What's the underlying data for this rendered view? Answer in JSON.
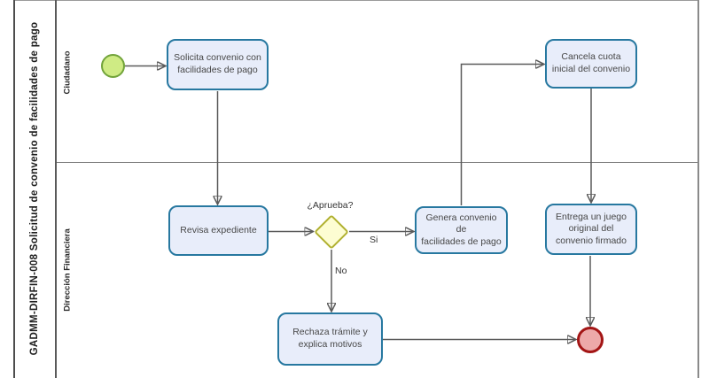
{
  "pool": {
    "title": "GADMM-DIRFIN-008 Solicitud de convenio de facilidades de pago",
    "lanes": [
      {
        "label": "Ciudadano"
      },
      {
        "label": "Dirección Financiera"
      }
    ]
  },
  "nodes": {
    "start_event": {
      "type": "start-event"
    },
    "solicita": {
      "label": "Solicita convenio con\nfacilidades de pago"
    },
    "cancela": {
      "label": "Cancela cuota\ninicial del convenio"
    },
    "revisa": {
      "label": "Revisa expediente"
    },
    "gateway": {
      "label": "¿Aprueba?"
    },
    "genera": {
      "label": "Genera convenio de\nfacilidades de pago"
    },
    "entrega": {
      "label": "Entrega un juego\noriginal del\nconvenio firmado"
    },
    "rechaza": {
      "label": "Rechaza trámite y\nexplica motivos"
    },
    "end_event": {
      "type": "end-event"
    }
  },
  "flows": {
    "si": "Si",
    "no": "No"
  },
  "colors": {
    "task_fill": "#e8edfa",
    "task_border": "#2778a0",
    "gateway_fill": "#fdfdd2",
    "gateway_border": "#b0b02f",
    "start_fill": "#cfeb84",
    "start_border": "#71a33a",
    "end_fill": "#eda9a9",
    "end_border": "#a31515",
    "connector": "#5a5a5a"
  }
}
